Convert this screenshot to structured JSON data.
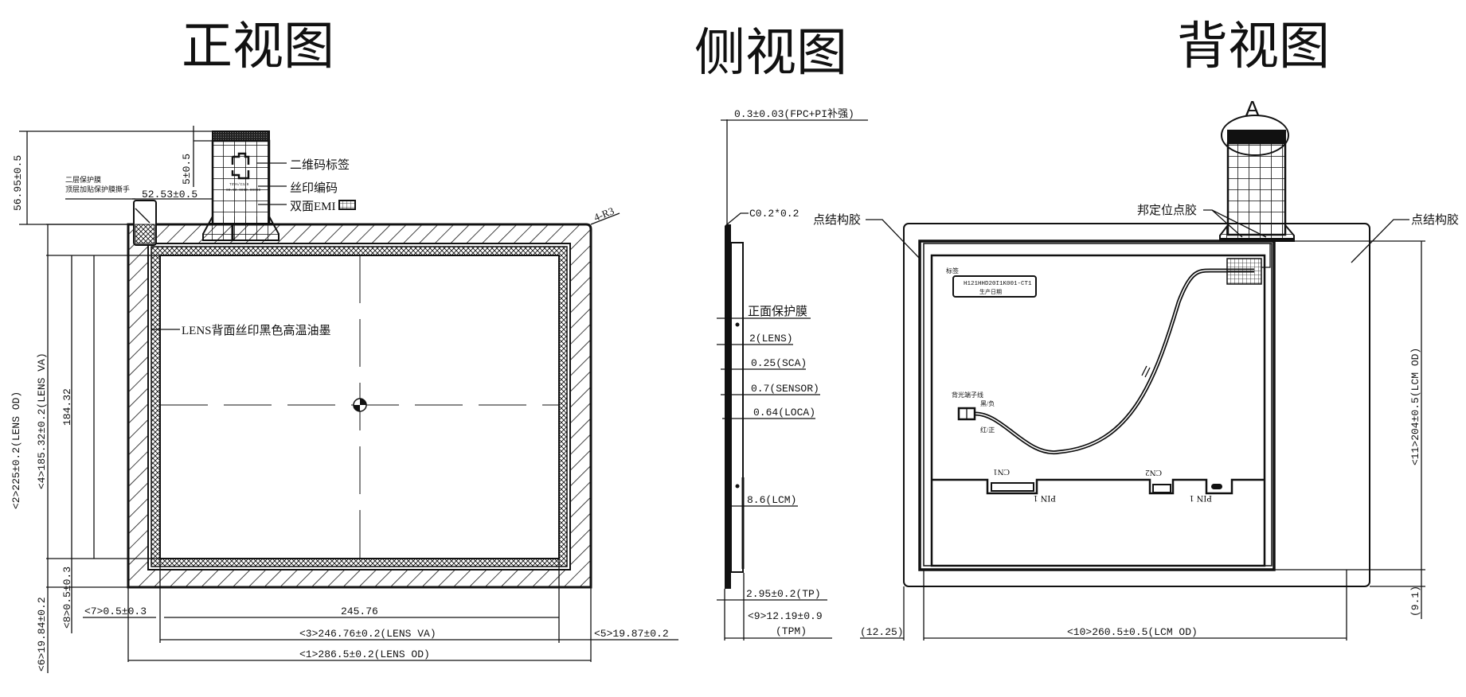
{
  "titles": {
    "front": "正视图",
    "side": "侧视图",
    "back": "背视图"
  },
  "front_view": {
    "fpc_labels": {
      "qr_label": "二维码标签",
      "silkscreen_code": "丝印编码",
      "double_emi": "双面EMI"
    },
    "protect_film_note_line1": "二层保护膜",
    "protect_film_note_line2": "顶层加贴保护膜撕手",
    "ink_note": "LENS背面丝印黑色高温油墨",
    "corner_radius": "4-R3",
    "dims": {
      "fpc_total_height": "56.95±0.5",
      "fpc_stiffener": "5±0.5",
      "fpc_offset": "52.53±0.5",
      "lens_od_height": "<2>225±0.2(LENS OD)",
      "lens_va_height": "<4>185.32±0.2(LENS VA)",
      "aa_height": "184.32",
      "bottom_margin_v": "<8>0.5±0.3",
      "bottom_border": "<6>19.84±0.2",
      "left_margin": "<7>0.5±0.3",
      "aa_width": "245.76",
      "lens_va_width": "<3>246.76±0.2(LENS VA)",
      "right_border": "<5>19.87±0.2",
      "lens_od_width": "<1>286.5±0.2(LENS OD)"
    }
  },
  "side_view": {
    "dims": {
      "fpc_thickness": "0.3±0.03(FPC+PI补强)",
      "chamfer": "C0.2*0.2",
      "front_film": "正面保护膜",
      "lens": "2(LENS)",
      "sca": "0.25(SCA)",
      "sensor": "0.7(SENSOR)",
      "loca": "0.64(LOCA)",
      "lcm": "8.6(LCM)",
      "tp": "2.95±0.2(TP)",
      "tpm_line1": "<9>12.19±0.9",
      "tpm_line2": "(TPM)"
    }
  },
  "back_view": {
    "detail_marker": "A",
    "bond_glue": "邦定位点胶",
    "struct_glue_left": "点结构胶",
    "struct_glue_right": "点结构胶",
    "label_title": "标签",
    "label_code": "H121HHD20I1K001-CT1",
    "label_date": "生产日期",
    "backlight_wire": "背光端子线",
    "wire_black": "黑/负",
    "wire_red": "红/正",
    "connector_1": "CN1",
    "connector_2": "CN2",
    "pin1_a": "PIN 1",
    "pin1_b": "PIN 1",
    "dims": {
      "left_offset": "(12.25)",
      "lcm_width": "<10>260.5±0.5(LCM OD)",
      "lcm_height": "<11>204±0.5(LCM OD)",
      "bottom_offset": "(9.1)"
    }
  }
}
